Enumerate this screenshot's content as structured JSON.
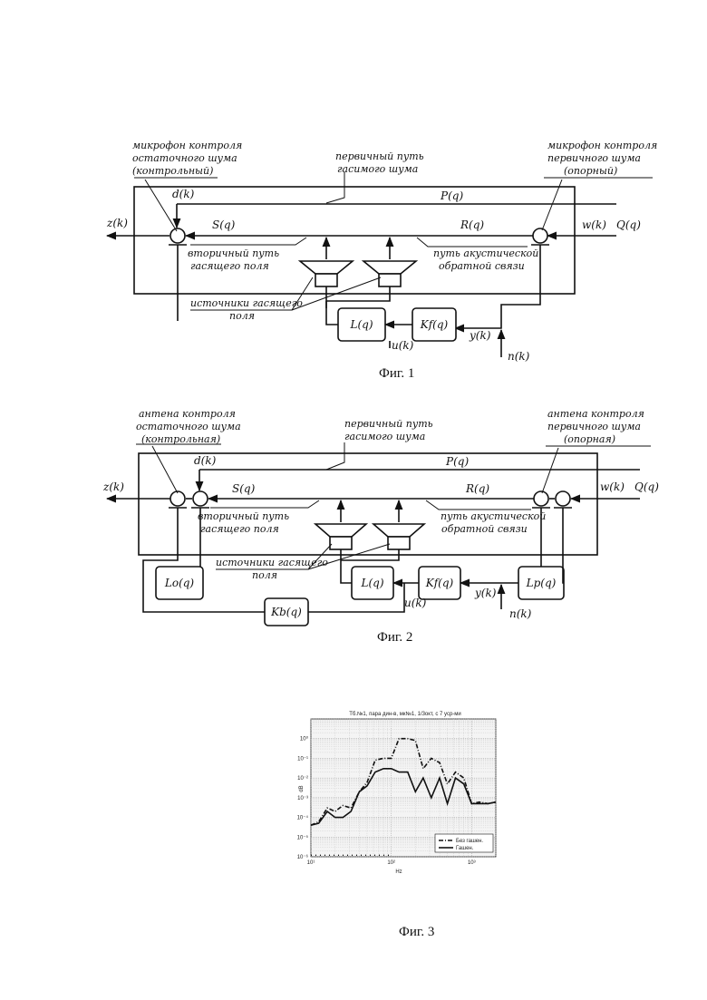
{
  "fig1": {
    "caption": "Фиг. 1",
    "label_mic_residual": [
      "микрофон контроля",
      "остаточного шума",
      "(контрольный)"
    ],
    "label_primary_path": [
      "первичный путь",
      "гасимого шума"
    ],
    "label_mic_primary": [
      "микрофон контроля",
      "первичного шума",
      "(опорный)"
    ],
    "label_secondary_path": [
      "вторичный путь",
      "гасящего  поля"
    ],
    "label_acoustic_fb": [
      "путь акустической",
      "обратной связи"
    ],
    "label_sources": [
      "источники гасящего",
      "поля"
    ],
    "var_z": "z(k)",
    "var_d": "d(k)",
    "var_S": "S(q)",
    "var_P": "P(q)",
    "var_R": "R(q)",
    "var_w": "w(k)",
    "var_Q": "Q(q)",
    "var_u": "u(k)",
    "var_y": "y(k)",
    "var_n": "n(k)",
    "block_L": "L(q)",
    "block_Kf": "Kf(q)"
  },
  "fig2": {
    "caption": "Фиг. 2",
    "label_ant_residual": [
      "антена  контроля",
      "остаточного шума",
      "(контрольная)"
    ],
    "label_primary_path": [
      "первичный путь",
      "гасимого шума"
    ],
    "label_ant_primary": [
      "антена  контроля",
      "первичного  шума",
      "(опорная)"
    ],
    "label_secondary_path": [
      "вторичный путь",
      "гасящего  поля"
    ],
    "label_acoustic_fb": [
      "путь акустической",
      "обратной связи"
    ],
    "label_sources": [
      "источники гасящего",
      "поля"
    ],
    "var_z": "z(k)",
    "var_d": "d(k)",
    "var_S": "S(q)",
    "var_P": "P(q)",
    "var_R": "R(q)",
    "var_w": "w(k)",
    "var_Q": "Q(q)",
    "var_u": "u(k)",
    "var_y": "y(k)",
    "var_n": "n(k)",
    "block_Lo": "Lo(q)",
    "block_L": "L(q)",
    "block_Kf": "Kf(q)",
    "block_Lp": "Lp(q)",
    "block_Kb": "Kb(q)"
  },
  "fig3": {
    "caption": "Фиг. 3",
    "chart_data": {
      "type": "line",
      "title": "Тб.№1, пара дин-в, мк№1, 1/3окт, с 7 уср-ми",
      "xlabel": "Hz",
      "ylabel": "dB",
      "xscale": "log",
      "yscale": "log",
      "xlim": [
        10,
        2000
      ],
      "ylim": [
        1e-06,
        10
      ],
      "x_ticks": [
        "10¹",
        "10²",
        "10³"
      ],
      "y_ticks": [
        "10⁰",
        "10⁻¹",
        "10⁻²",
        "10⁻³",
        "10⁻⁴",
        "10⁻⁵",
        "10⁻⁶"
      ],
      "grid": true,
      "legend_position": "bottom-right",
      "series": [
        {
          "name": "Без гашен.",
          "style": "dashdot",
          "x": [
            10,
            12.5,
            16,
            20,
            25,
            31.5,
            40,
            50,
            63,
            80,
            100,
            125,
            160,
            200,
            250,
            315,
            400,
            500,
            630,
            800,
            1000,
            1250,
            1600,
            2000
          ],
          "y": [
            4e-05,
            6e-05,
            0.0003,
            0.0002,
            0.0004,
            0.0003,
            0.002,
            0.006,
            0.08,
            0.1,
            0.1,
            1.0,
            1.0,
            0.8,
            0.03,
            0.1,
            0.06,
            0.005,
            0.02,
            0.01,
            0.0005,
            0.0006,
            0.0005,
            0.0006
          ]
        },
        {
          "name": "Гашен.",
          "style": "solid",
          "x": [
            10,
            12.5,
            16,
            20,
            25,
            31.5,
            40,
            50,
            63,
            80,
            100,
            125,
            160,
            200,
            250,
            315,
            400,
            500,
            630,
            800,
            1000,
            1250,
            1600,
            2000
          ],
          "y": [
            4e-05,
            5e-05,
            0.0002,
            0.0001,
            0.0001,
            0.0002,
            0.002,
            0.004,
            0.02,
            0.03,
            0.03,
            0.02,
            0.02,
            0.002,
            0.01,
            0.001,
            0.01,
            0.0005,
            0.01,
            0.005,
            0.0005,
            0.0005,
            0.0005,
            0.0006
          ]
        },
        {
          "name": "",
          "style": "dotted",
          "x": [
            10,
            12.5,
            16,
            20,
            25,
            31.5,
            40,
            50,
            63,
            80,
            100
          ],
          "y": [
            1.2e-06,
            1.2e-06,
            1.2e-06,
            1.2e-06,
            1.2e-06,
            1.2e-06,
            1.2e-06,
            1.2e-06,
            1.2e-06,
            1.2e-06,
            1.2e-06
          ]
        }
      ]
    }
  }
}
